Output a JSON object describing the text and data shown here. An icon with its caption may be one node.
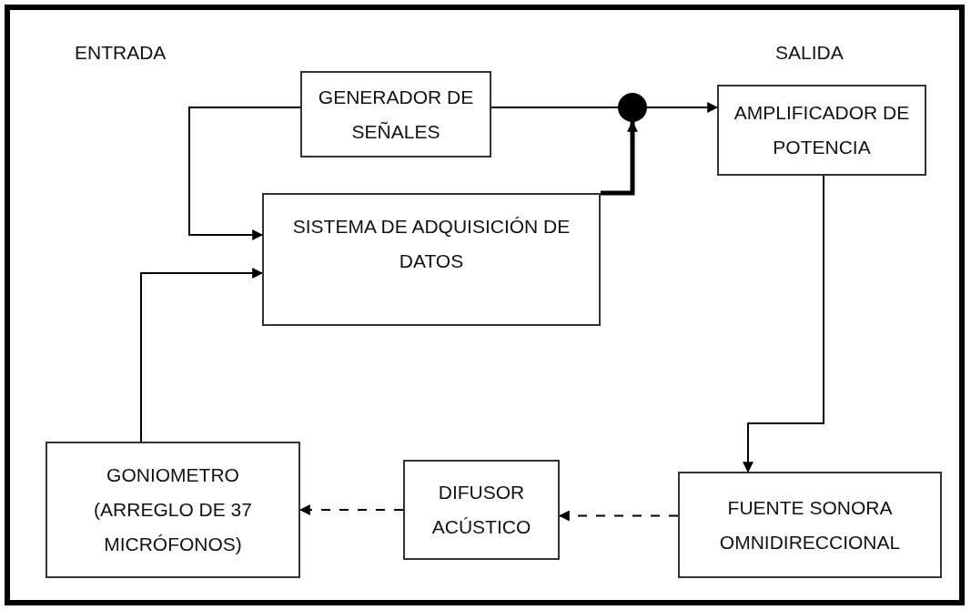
{
  "diagram": {
    "nodes": [
      {
        "text": [
          "GENERADOR DE SEÑALES"
        ]
      },
      {
        "text": [
          "SISTEMA DE ADQUISICIÓN DE DATOS"
        ]
      },
      {
        "text": [],
        "shape": "circle"
      },
      {
        "text": [
          "AMPLIFICADOR DE POTENCIA"
        ]
      },
      {
        "text": [
          "GONIOMETRO (ARREGLO DE 37 MICRÓFONOS)"
        ]
      },
      {
        "text": [
          "DIFUSOR ACÚSTICO"
        ]
      },
      {
        "text": [
          "FUENTE SONORA OMNIDIRECCIONAL"
        ]
      }
    ],
    "edges": [
      {
        "from": 0,
        "to": 2,
        "arrow": "none"
      },
      {
        "from": 0,
        "to": 1,
        "arrow": "to"
      },
      {
        "from": 1,
        "to": 2,
        "arrow": "to",
        "style": "thick"
      },
      {
        "from": 2,
        "to": 3,
        "arrow": "to"
      },
      {
        "from": 3,
        "to": 6,
        "arrow": "to"
      },
      {
        "from": 4,
        "to": 1,
        "arrow": "to"
      },
      {
        "from": 6,
        "to": 5,
        "arrow": "to",
        "style": "dashed"
      },
      {
        "from": 5,
        "to": 4,
        "arrow": "to",
        "style": "dashed"
      }
    ],
    "labels": [
      "ENTRADA",
      "SALIDA"
    ]
  }
}
